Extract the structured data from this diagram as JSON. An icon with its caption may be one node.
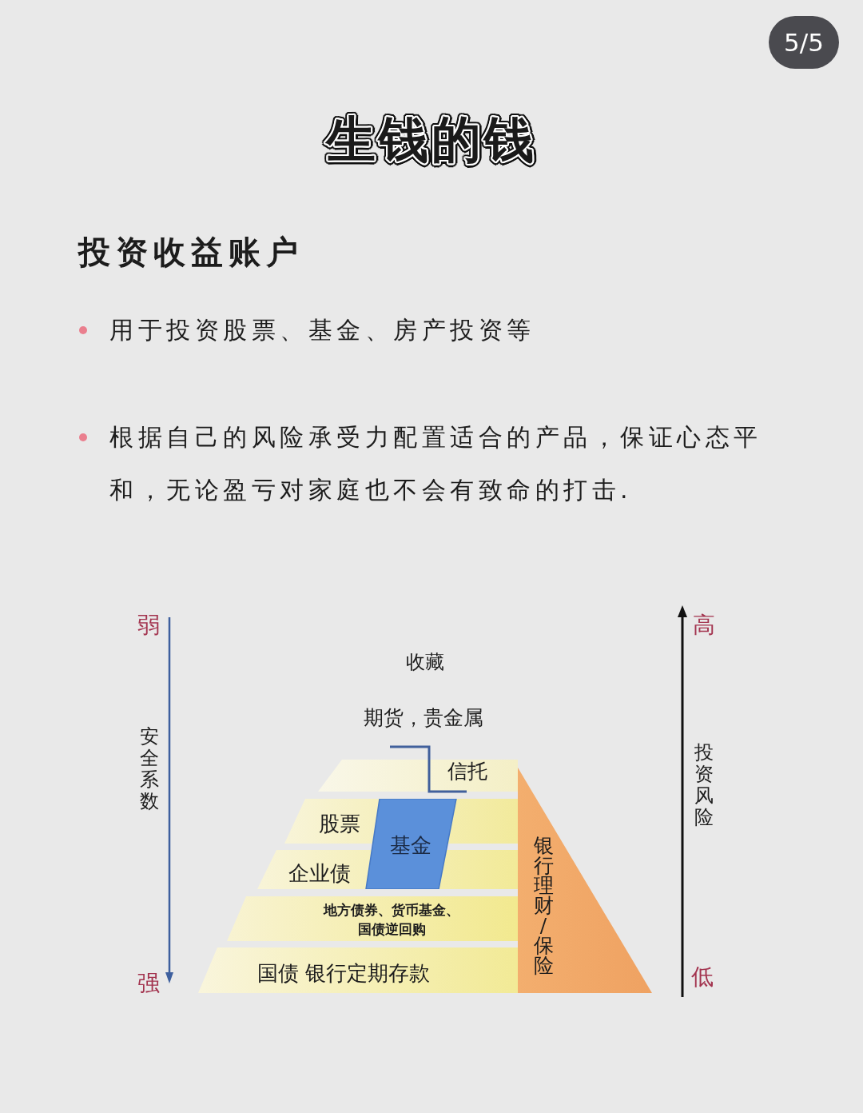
{
  "diagram": {
    "title": "生钱的钱",
    "nodes": [
      {
        "text": [
          "信托"
        ]
      },
      {
        "text": [
          "股票"
        ]
      },
      {
        "text": [
          "基金"
        ]
      },
      {
        "text": [
          "企业债"
        ]
      },
      {
        "text": [
          "地方债券、货币基金、国债逆回购"
        ]
      },
      {
        "text": [
          "国债 银行定期存款"
        ]
      },
      {
        "text": [
          "银行理财/保险"
        ]
      }
    ],
    "labels": [
      "5/5",
      "投资收益账户",
      "用于投资股票、基金、房产投资等",
      "根据自己的风险承受力配置适合的产品，保证心态平和，无论盈亏对家庭也不会有致命的打击.",
      "弱",
      "高",
      "收藏",
      "期货，贵金属",
      "安全系数",
      "投资风险",
      "强",
      "低"
    ]
  }
}
